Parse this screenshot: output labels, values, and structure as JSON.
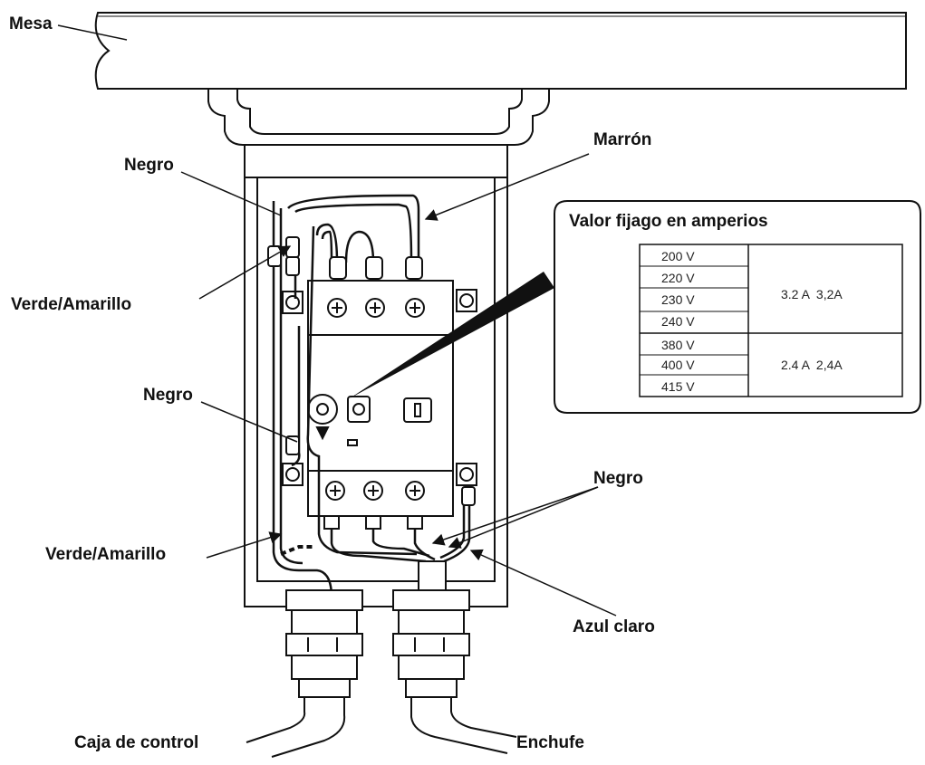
{
  "labels": {
    "mesa": "Mesa",
    "marron": "Marrón",
    "negro_top": "Negro",
    "verde_amarillo_top": "Verde/Amarillo",
    "negro_mid": "Negro",
    "verde_amarillo_bottom": "Verde/Amarillo",
    "negro_right": "Negro",
    "azul_claro": "Azul claro",
    "caja_de_control": "Caja de control",
    "enchufe": "Enchufe"
  },
  "amp_table": {
    "title": "Valor fijago en amperios",
    "voltages": [
      "200 V",
      "220 V",
      "230 V",
      "240 V",
      "380 V",
      "400 V",
      "415 V"
    ],
    "group_1": "3.2 A  3,2A",
    "group_2": "2.4 A  2,4A"
  },
  "colors": {
    "line": "#111111",
    "background": "#ffffff"
  }
}
